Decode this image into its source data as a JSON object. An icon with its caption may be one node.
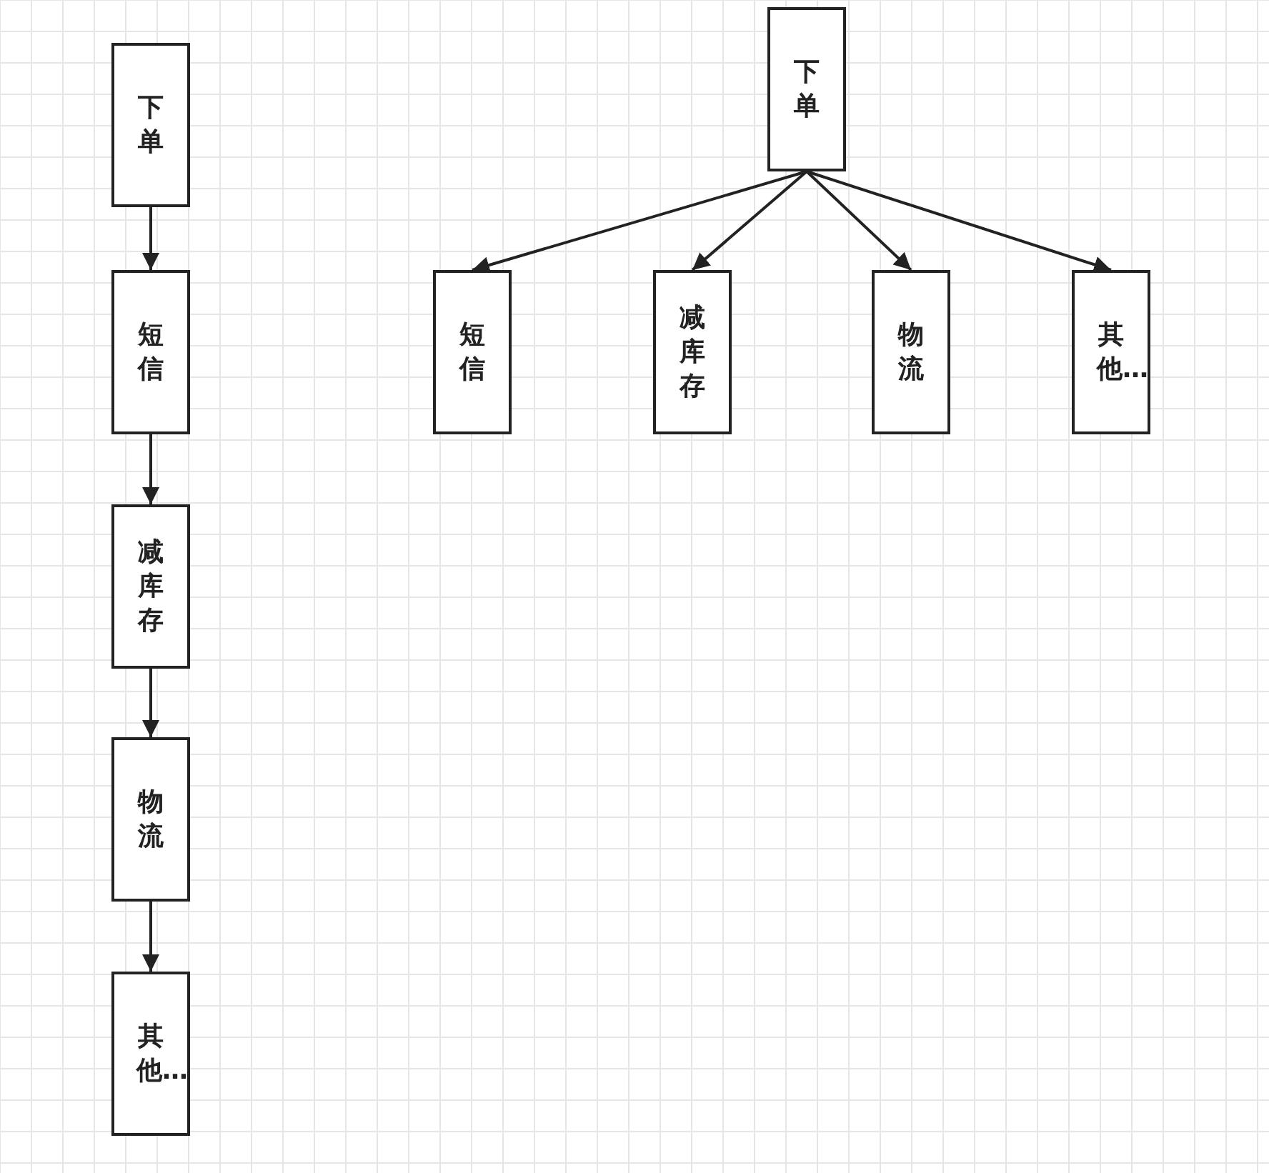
{
  "diagram": {
    "nodes": [
      {
        "text": [
          "下单"
        ]
      },
      {
        "text": [
          "短信"
        ]
      },
      {
        "text": [
          "减库存"
        ]
      },
      {
        "text": [
          "物流"
        ]
      },
      {
        "text": [
          "其他…"
        ]
      },
      {
        "text": [
          "下单"
        ]
      },
      {
        "text": [
          "短信"
        ]
      },
      {
        "text": [
          "减库存"
        ]
      },
      {
        "text": [
          "物流"
        ]
      },
      {
        "text": [
          "其他…"
        ]
      }
    ],
    "edges": [
      {
        "from": 0,
        "to": 1,
        "arrow": "to"
      },
      {
        "from": 1,
        "to": 2,
        "arrow": "to"
      },
      {
        "from": 2,
        "to": 3,
        "arrow": "to"
      },
      {
        "from": 3,
        "to": 4,
        "arrow": "to"
      },
      {
        "from": 5,
        "to": 6,
        "arrow": "to"
      },
      {
        "from": 5,
        "to": 7,
        "arrow": "to"
      },
      {
        "from": 5,
        "to": 8,
        "arrow": "to"
      },
      {
        "from": 5,
        "to": 9,
        "arrow": "to"
      }
    ]
  }
}
